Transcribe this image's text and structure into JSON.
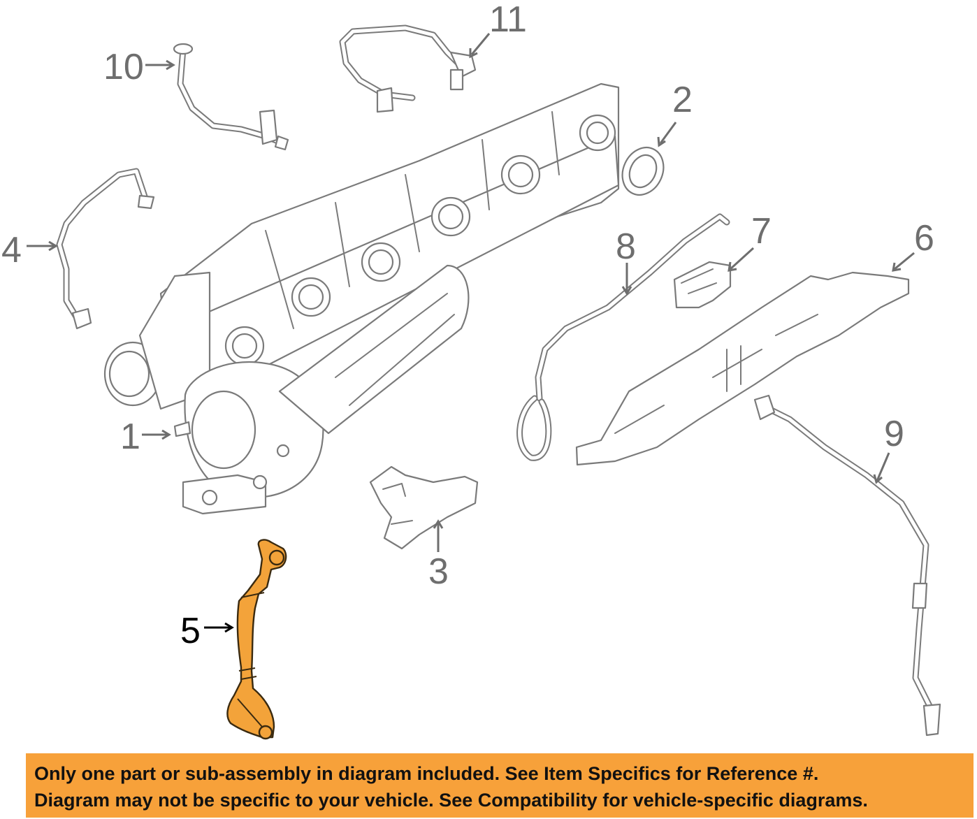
{
  "diagram": {
    "callouts": [
      "1",
      "2",
      "3",
      "4",
      "5",
      "6",
      "7",
      "8",
      "9",
      "10",
      "11"
    ],
    "highlighted_callout": "5",
    "highlight_color": "#f3a33a",
    "line_color": "#7a7a7a"
  },
  "banner": {
    "line1": "Only one part or sub-assembly in diagram included. See Item Specifics for Reference #.",
    "line2": "Diagram may not be specific to your vehicle. See Compatibility for vehicle-specific diagrams.",
    "background": "#f7a13a"
  }
}
